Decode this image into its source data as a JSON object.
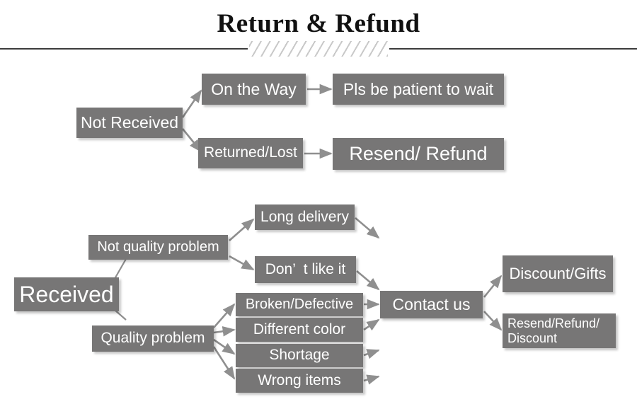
{
  "header": {
    "title": "Return & Refund",
    "divider": {
      "line_color": "#3c3c3c",
      "hatch_color": "#c9c9c9"
    }
  },
  "theme": {
    "node_fill": "#777676",
    "node_text": "#ffffff",
    "arrow_color": "#8f8f8f",
    "connector_color": "#8f8f8f",
    "page_background": "#ffffff"
  },
  "flow": {
    "branches": [
      {
        "id": "not-received",
        "root_label": "Not Received",
        "outcomes": [
          {
            "label": "On the Way",
            "result": "Pls be patient to wait"
          },
          {
            "label": "Returned/Lost",
            "result": "Resend/ Refund"
          }
        ]
      },
      {
        "id": "received",
        "root_label": "Received",
        "categories": [
          {
            "label": "Not quality problem",
            "reasons": [
              "Long delivery",
              "Don’  t like it"
            ]
          },
          {
            "label": "Quality problem",
            "reasons": [
              "Broken/Defective",
              "Different color",
              "Shortage",
              "Wrong items"
            ]
          }
        ],
        "action": "Contact us",
        "resolutions": [
          "Discount/Gifts",
          "Resend/Refund/\nDiscount"
        ]
      }
    ],
    "nodes": {
      "not_received": "Not Received",
      "on_the_way": "On the Way",
      "pls_be_patient": "Pls be patient to wait",
      "returned_lost": "Returned/Lost",
      "resend_refund": "Resend/ Refund",
      "received": "Received",
      "not_quality_problem": "Not quality problem",
      "quality_problem": "Quality problem",
      "long_delivery": "Long delivery",
      "dont_like_it": "Don’  t like it",
      "broken_defective": "Broken/Defective",
      "different_color": "Different color",
      "shortage": "Shortage",
      "wrong_items": "Wrong items",
      "contact_us": "Contact us",
      "discount_gifts": "Discount/Gifts",
      "resend_refund_discount": "Resend/Refund/\nDiscount"
    }
  }
}
